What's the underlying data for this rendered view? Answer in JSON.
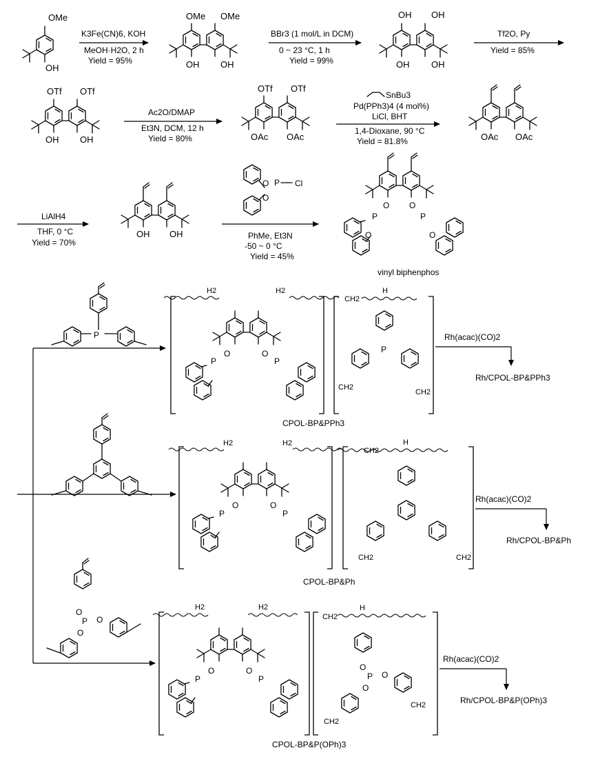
{
  "row1": {
    "arrow1": {
      "cond_top": "K3Fe(CN)6, KOH",
      "cond_mid": "MeOH·H2O, 2 h",
      "cond_yield": "Yield = 95%"
    },
    "arrow2": {
      "cond_top": "BBr3 (1 mol/L in DCM)",
      "cond_mid": "0 ~ 23 °C, 1 h",
      "cond_yield": "Yield = 99%"
    },
    "arrow3": {
      "cond_top": "Tf2O, Py",
      "cond_yield": "Yield = 85%"
    },
    "sm_label_top": "OMe",
    "sm_label_bottom": "OH",
    "p1_label_top": "OMe",
    "p1_label_bottom": "OH",
    "p2_label_top": "OH",
    "p2_label_bottom": "OH"
  },
  "row2": {
    "arrow1": {
      "cond_top": "Ac2O/DMAP",
      "cond_mid": "Et3N, DCM, 12 h",
      "cond_yield": "Yield = 80%"
    },
    "arrow2": {
      "cond_reagent": "SnBu3",
      "cond_cat": "Pd(PPh3)4 (4 mol%)",
      "cond_add": "LiCl, BHT",
      "cond_solv": "1,4-Dioxane, 90 °C",
      "cond_yield": "Yield = 81.8%"
    },
    "sm_label_top": "OTf",
    "sm_label_bottom": "OH",
    "p1_label_top": "OTf",
    "p1_label_bottom": "OAc",
    "p2_label_bottom": "OAc"
  },
  "row3": {
    "arrow1": {
      "cond_top": "LiAlH4",
      "cond_mid": "THF, 0 °C",
      "cond_yield": "Yield = 70%"
    },
    "arrow2": {
      "reagent_p": "P",
      "reagent_cl": "Cl",
      "reagent_o": "O",
      "cond_mid": "PhMe, Et3N",
      "cond_temp": "-50 ~ 0 °C",
      "cond_yield": "Yield = 45%"
    },
    "sm_label_bottom": "OH",
    "product_name": "vinyl biphenphos"
  },
  "panel1": {
    "ligand_atom": "P",
    "polymer_name": "CPOL-BP&PPh3",
    "cond": "Rh(acac)(CO)2",
    "final": "Rh/CPOL-BP&PPh3",
    "ch2": "CH2",
    "h2": "H2",
    "h": "H",
    "o": "O",
    "p": "P"
  },
  "panel2": {
    "polymer_name": "CPOL-BP&Ph",
    "cond": "Rh(acac)(CO)2",
    "final": "Rh/CPOL-BP&Ph"
  },
  "panel3": {
    "polymer_name": "CPOL-BP&P(OPh)3",
    "cond": "Rh(acac)(CO)2",
    "final": "Rh/CPOL-BP&P(OPh)3"
  }
}
